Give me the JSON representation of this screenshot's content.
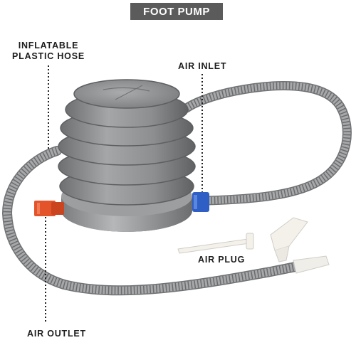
{
  "title": "FOOT PUMP",
  "labels": {
    "hose_line1": "INFLATABLE",
    "hose_line2": "PLASTIC HOSE",
    "air_inlet": "AIR INLET",
    "air_plug": "AIR PLUG",
    "air_outlet": "AIR OUTLET"
  },
  "colors": {
    "badge": "#5b5b5b",
    "pump_body": "#8a8c8e",
    "hose": "#9a9c9f",
    "outlet_nozzle": "#e4542a",
    "inlet_connector": "#2f5fc4",
    "plug": "#f3f1ea"
  }
}
